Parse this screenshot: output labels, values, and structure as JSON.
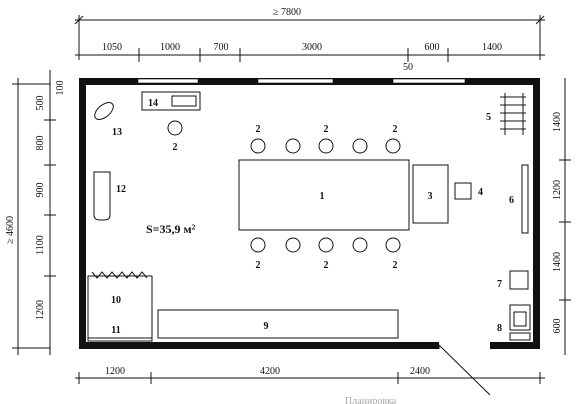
{
  "overall": {
    "width": "≥ 7800",
    "height": "≥ 4600"
  },
  "top_dims": [
    "1050",
    "1000",
    "700",
    "3000",
    "600",
    "1400"
  ],
  "top_small": "50",
  "top_left_small": "100",
  "left_dims": [
    "500",
    "800",
    "900",
    "1100",
    "1200"
  ],
  "right_dims": [
    "1400",
    "1200",
    "1400",
    "600"
  ],
  "bottom_dims": [
    "1200",
    "4200",
    "2400"
  ],
  "area_label": "S=35,9 м²",
  "labels": {
    "table": "1",
    "chair": "2",
    "desk": "3",
    "chair_small": "4",
    "rack": "5",
    "board": "6",
    "cabinet_small": "7",
    "sink": "8",
    "counter": "9",
    "cabinet_a": "10",
    "cabinet_b": "11",
    "bath": "12",
    "plant": "13",
    "shelf": "14"
  },
  "caption": "Планировка"
}
